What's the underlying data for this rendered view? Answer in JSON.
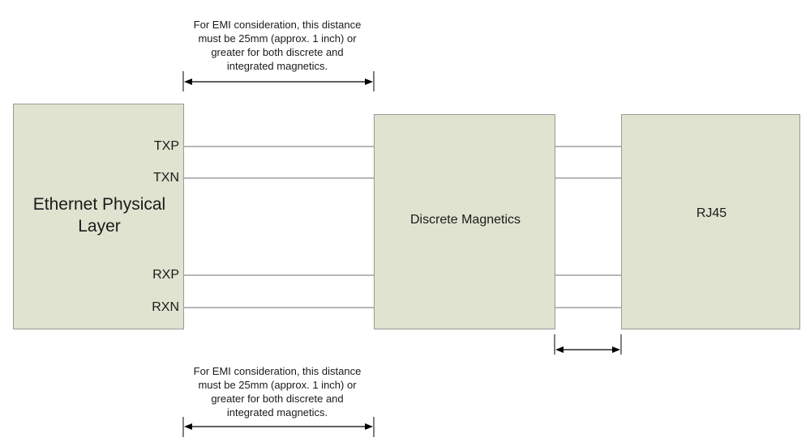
{
  "phy": {
    "title_line1": "Ethernet Physical",
    "title_line2": "Layer",
    "pins": {
      "txp": "TXP",
      "txn": "TXN",
      "rxp": "RXP",
      "rxn": "RXN"
    }
  },
  "magnetics": {
    "title": "Discrete Magnetics"
  },
  "connector": {
    "title": "RJ45"
  },
  "notes": {
    "top": {
      "line1": "For EMI consideration, this distance",
      "line2": "must be 25mm (approx. 1 inch) or",
      "line3": "greater for both discrete and",
      "line4": "integrated magnetics."
    },
    "bottom": {
      "line1": "For EMI consideration, this distance",
      "line2": "must be 25mm (approx. 1 inch) or",
      "line3": "greater for both discrete and",
      "line4": "integrated magnetics."
    }
  },
  "colors": {
    "block_fill": "#dfe3cf",
    "block_border": "#9a9a9a",
    "line": "#8c8c8c",
    "arrow": "#000000"
  }
}
